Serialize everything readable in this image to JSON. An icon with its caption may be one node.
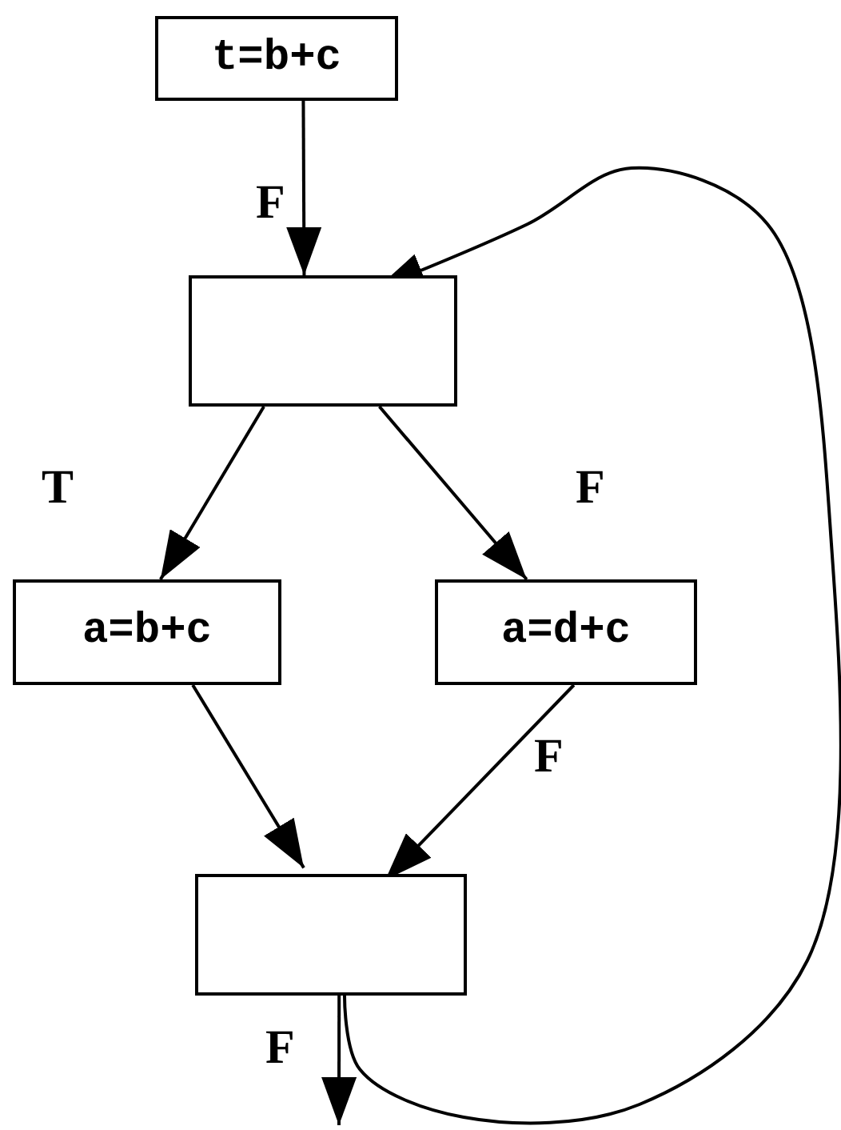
{
  "diagram": {
    "nodes": [
      {
        "text": [
          "t=b+c"
        ]
      },
      {
        "text": [],
        "shape": "box"
      },
      {
        "text": [
          "a=b+c"
        ]
      },
      {
        "text": [
          "a=d+c"
        ]
      },
      {
        "text": [],
        "shape": "box"
      }
    ],
    "edges": [
      {
        "from": 0,
        "to": 1,
        "arrow": "to",
        "label": "F"
      },
      {
        "from": 1,
        "to": 2,
        "arrow": "to",
        "label": "T"
      },
      {
        "from": 1,
        "to": 3,
        "arrow": "to",
        "label": "F"
      },
      {
        "from": 2,
        "to": 4,
        "arrow": "to"
      },
      {
        "from": 3,
        "to": 4,
        "arrow": "to",
        "label": "F"
      },
      {
        "from": 4,
        "to": null,
        "arrow": "to",
        "label": "F"
      },
      {
        "from": 4,
        "to": 1,
        "arrow": "to"
      }
    ]
  }
}
